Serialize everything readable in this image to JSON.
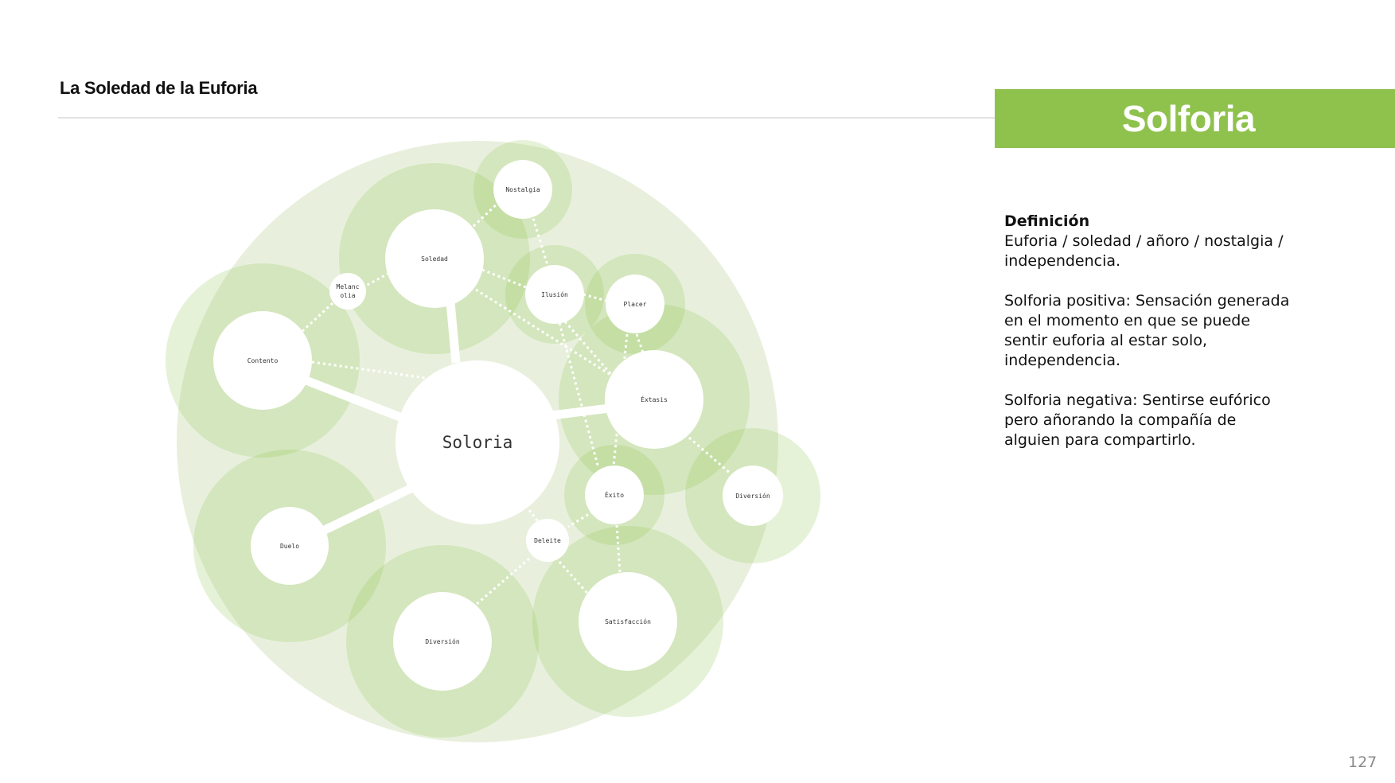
{
  "header": {
    "title": "La Soledad de la Euforia"
  },
  "banner": {
    "title": "Solforia"
  },
  "definition": {
    "heading": "Definición",
    "line1": "Euforia / soledad / añoro / nostalgia / independencia.",
    "positive": "Solforia positiva: Sensación generada en el momento en que se puede sentir euforia al estar solo, independencia.",
    "negative": "Solforia negativa: Sentirse eufórico pero añorando la compañía de alguien para compartirlo."
  },
  "page_number": "127",
  "colors": {
    "accent": "#8fc24d",
    "halo_light": "#e8f0dd",
    "halo_mid": "#d4e6c1",
    "node": "#ffffff"
  },
  "diagram": {
    "center": {
      "label": "Soloria"
    },
    "nodes": [
      {
        "id": "nostalgia",
        "label": "Nostalgia"
      },
      {
        "id": "soledad",
        "label": "Soledad"
      },
      {
        "id": "melancolia",
        "label": "Melanc olia",
        "lines": [
          "Melanc",
          "olia"
        ]
      },
      {
        "id": "ilusion",
        "label": "Ilusión"
      },
      {
        "id": "placer",
        "label": "Placer"
      },
      {
        "id": "contento",
        "label": "Contento"
      },
      {
        "id": "extasis",
        "label": "Éxtasis"
      },
      {
        "id": "exito",
        "label": "Éxito"
      },
      {
        "id": "diversion-right",
        "label": "Diversión"
      },
      {
        "id": "deleite",
        "label": "Deleite"
      },
      {
        "id": "duelo",
        "label": "Duelo"
      },
      {
        "id": "diversion-bottom",
        "label": "Diversión"
      },
      {
        "id": "satisfaccion",
        "label": "Satisfacción"
      }
    ]
  }
}
